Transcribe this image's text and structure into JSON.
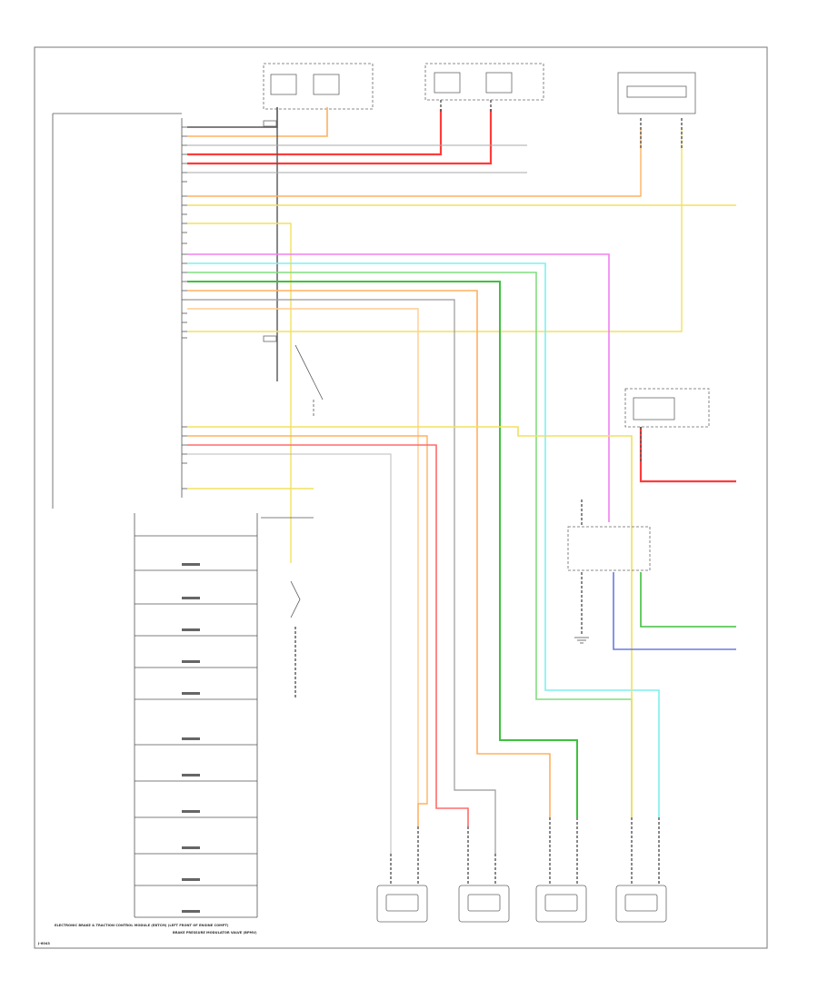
{
  "diagram": {
    "footer_code": "J-6043",
    "left_section": {
      "module_labels": [
        "ELECTRONIC BRAKE & TRACTION CONTROL MODULE (EBTCM) (LEFT FRONT OF ENGINE COMPT)",
        "BRAKE PRESSURE MODULATOR VALVE (BPMV)"
      ]
    }
  },
  "colors": {
    "frame": "#777777",
    "wire_red": "#ff3b3b",
    "wire_pink": "#ff8fa0",
    "wire_orange": "#ffb060",
    "wire_yellow": "#f2e060",
    "wire_green": "#40c040",
    "wire_lightgreen": "#80dd80",
    "wire_cyan": "#7ff0f0",
    "wire_magenta": "#f080f0",
    "wire_blue": "#6a7ae0",
    "wire_gray": "#999999",
    "wire_dark": "#555555"
  }
}
